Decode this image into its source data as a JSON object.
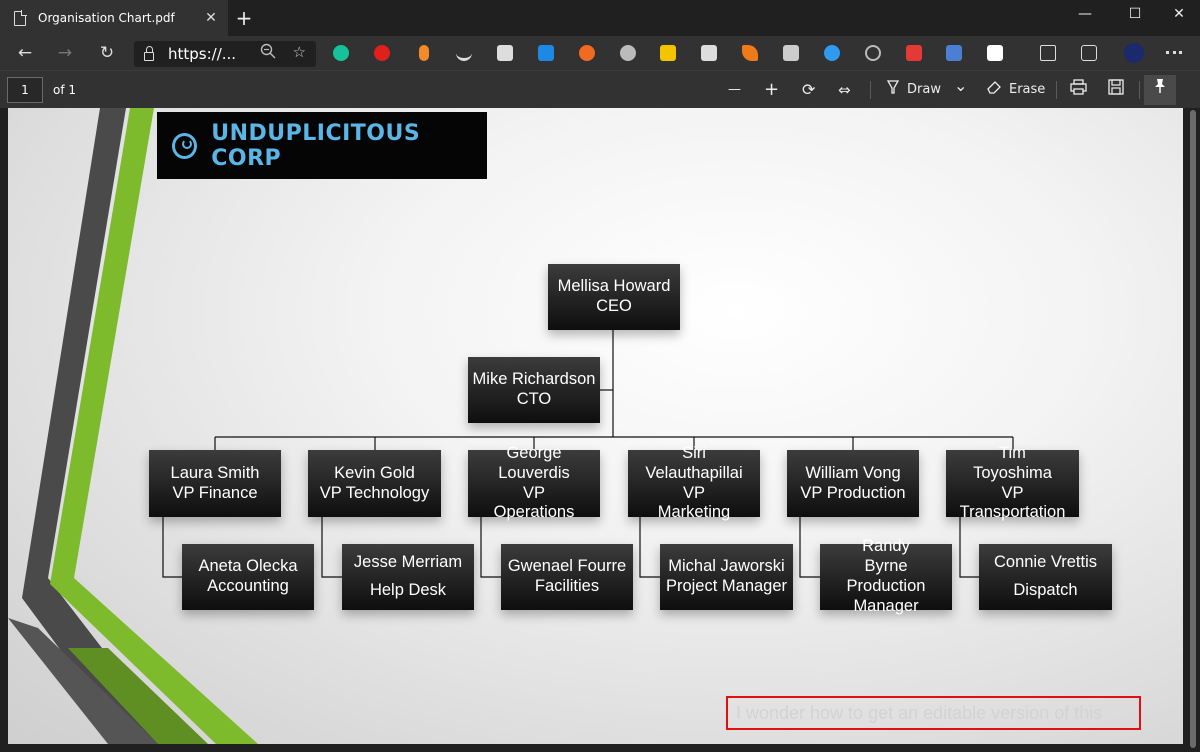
{
  "browser": {
    "tab_title": "Organisation Chart.pdf",
    "tab_close": "✕",
    "new_tab": "+",
    "url": "https://...",
    "window_controls": {
      "minimize": "—",
      "maximize": "☐",
      "close": "✕"
    },
    "nav": {
      "back": "←",
      "forward": "→",
      "refresh": "↻",
      "zoom_icon": "magnifier-minus-icon",
      "favorite_icon": "☆"
    },
    "extensions": [
      {
        "icon": "grammarly-icon",
        "color": "#15c39a"
      },
      {
        "icon": "adblock-hand-icon",
        "color": "#e0201b"
      },
      {
        "icon": "orange-pill-icon",
        "color": "#f48a2a"
      },
      {
        "icon": "pen-icon",
        "color": "#dddddd"
      },
      {
        "icon": "glasses-icon",
        "color": "#dddddd"
      },
      {
        "icon": "download-icon",
        "color": "#1e88e5"
      },
      {
        "icon": "orange-x-icon",
        "color": "#f06a22"
      },
      {
        "icon": "mask-icon",
        "color": "#bbbbbb"
      },
      {
        "icon": "w-logo-icon",
        "color": "#f5c400"
      },
      {
        "icon": "sc-icon",
        "color": "#dddddd"
      },
      {
        "icon": "fox-icon",
        "color": "#f07a1a"
      },
      {
        "icon": "camera-icon",
        "color": "#cccccc"
      },
      {
        "icon": "cloud-icon",
        "color": "#2f9bf0"
      },
      {
        "icon": "history-icon",
        "color": "#bbbbbb"
      },
      {
        "icon": "s-red-icon",
        "color": "#e53935"
      },
      {
        "icon": "screenshot-icon",
        "color": "#4a7fd4"
      },
      {
        "icon": "oo-icon",
        "color": "#ffffff"
      }
    ],
    "right_icons": [
      "favorites-icon",
      "collections-icon",
      "profile-icon",
      "more-icon"
    ]
  },
  "pdf_toolbar": {
    "page_number": "1",
    "page_of": "of 1",
    "zoom_out": "—",
    "zoom_in": "+",
    "rotate": "⟳",
    "fit": "⇔",
    "draw_label": "Draw",
    "draw_dropdown": "⌄",
    "erase_label": "Erase",
    "print_icon": "printer-icon",
    "save_icon": "save-icon",
    "pin_icon": "pin-icon"
  },
  "document": {
    "logo_text": "UNDUPLICITOUS CORP",
    "colors": {
      "logo_blue": "#5ab6e6",
      "green_stripe": "#7dbb2d",
      "dark_stripe": "#4a4a4a"
    },
    "org_chart": {
      "ceo": {
        "name": "Mellisa Howard",
        "title": "CEO"
      },
      "cto": {
        "name": "Mike Richardson",
        "title": "CTO"
      },
      "vps": [
        {
          "name": "Laura Smith",
          "title": "VP Finance",
          "report": {
            "name": "Aneta Olecka",
            "title": "Accounting"
          }
        },
        {
          "name": "Kevin Gold",
          "title": "VP Technology",
          "report": {
            "name": "Jesse Merriam",
            "title": "Help Desk"
          }
        },
        {
          "name": "George Louverdis",
          "title": "VP Operations",
          "report": {
            "name": "Gwenael Fourre",
            "title": "Facilities"
          }
        },
        {
          "name": "Siri Velauthapillai",
          "title": "VP Marketing",
          "report": {
            "name": "Michal Jaworski",
            "title": "Project Manager"
          }
        },
        {
          "name": "William Vong",
          "title": "VP Production",
          "report": {
            "name": "Randy Byrne",
            "title": "Production Manager"
          }
        },
        {
          "name": "Tim Toyoshima",
          "title": "VP Transportation",
          "report": {
            "name": "Connie Vrettis",
            "title": "Dispatch"
          }
        }
      ]
    },
    "annotation": "I wonder how to get an editable version of this"
  }
}
